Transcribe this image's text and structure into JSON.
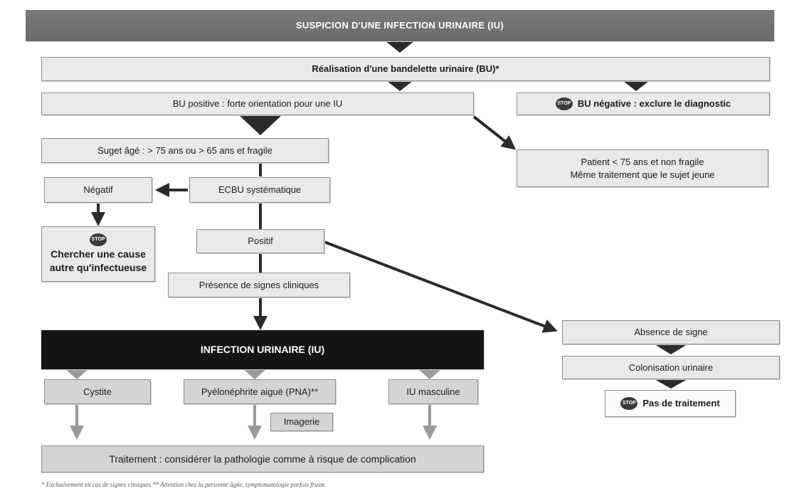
{
  "title": "SUSPICION D'UNE INFECTION URINAIRE (IU)",
  "nodes": {
    "realisation": "Réalisation d'une bandelette urinaire (BU)*",
    "bu_positive": "BU positive : forte orientation pour une IU",
    "bu_negative": "BU négative : exclure le diagnostic",
    "sujet_age": "Suget âgé : > 75 ans ou > 65 ans et fragile",
    "patient_jeune_line1": "Patient < 75 ans et non fragile",
    "patient_jeune_line2": "Même traitement que le sujet jeune",
    "negatif": "Négatif",
    "ecbu": "ECBU systématique",
    "chercher_line1": "Chercher une cause",
    "chercher_line2": "autre qu'infectueuse",
    "positif": "Positif",
    "presence_signes": "Présence de signes cliniques",
    "infection_urinaire": "INFECTION URINAIRE (IU)",
    "absence_signe": "Absence de signe",
    "colonisation": "Colonisation urinaire",
    "pas_traitement": "Pas de traitement",
    "cystite": "Cystite",
    "pna": "Pyélonéphrite aiguë (PNA)**",
    "iu_masculine": "IU masculine",
    "imagerie": "Imagerie",
    "traitement": "Traitement : considérer la pathologie comme à risque de complication"
  },
  "stop_label": "STOP",
  "footnote": "* Exclusivement en cas de signes cliniques    ** Attention chez la personne âgée, symptomatologie parfois fruste.",
  "colors": {
    "header_band": "#717171",
    "dark_band": "#151515",
    "box_fill": "#e9e9e9",
    "arrow": "#2b2b2b",
    "grey_arrow": "#9a9a9a"
  }
}
